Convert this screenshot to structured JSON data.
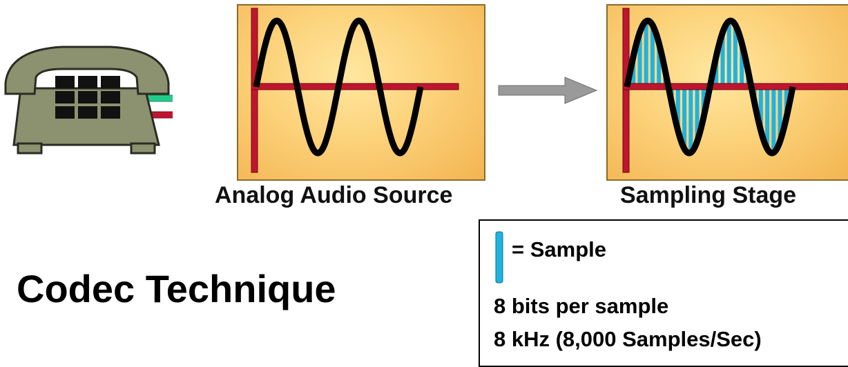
{
  "diagram": {
    "title": "Codec Technique",
    "stages": [
      {
        "label": "Analog Audio Source"
      },
      {
        "label": "Sampling Stage"
      }
    ],
    "legend": {
      "sample_label": "= Sample",
      "bits_text": "8 bits per sample",
      "rate_text": "8 kHz (8,000 Samples/Sec)"
    },
    "colors": {
      "panel_fill": "#fcd27a",
      "axis": "#c0152f",
      "wave": "#000000",
      "sample": "#1fb3e0",
      "arrow": "#9a9a9a",
      "wire_green": "#22cc88",
      "wire_red": "#c0152f",
      "phone": "#8c9170"
    },
    "icons": [
      "telephone-icon",
      "right-arrow-icon",
      "sample-bar-icon"
    ]
  }
}
